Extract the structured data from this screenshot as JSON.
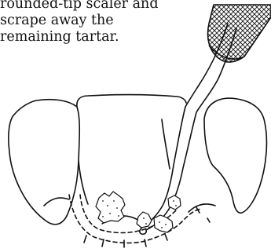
{
  "caption": {
    "lines": [
      "rounded-tip scaler and",
      "scrape away the",
      "remaining tartar."
    ]
  },
  "colors": {
    "ink": "#111111",
    "background": "#ffffff"
  }
}
